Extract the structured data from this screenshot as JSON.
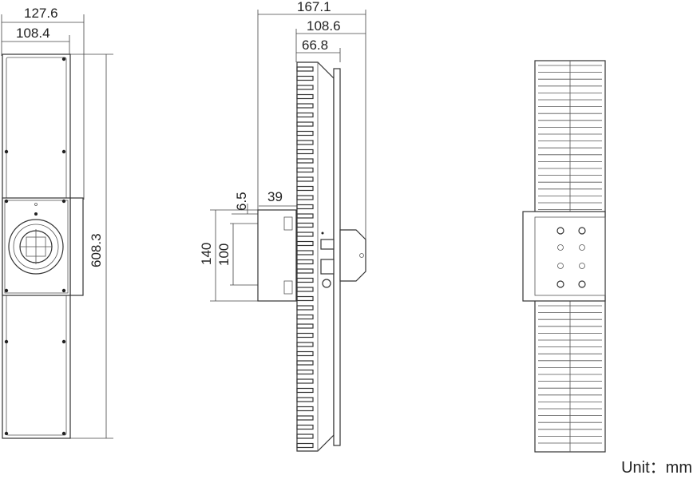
{
  "front_view": {
    "dim_total_width": "127.6",
    "dim_inner_width": "108.4",
    "dim_height": "608.3"
  },
  "side_view": {
    "dim_total_depth": "167.1",
    "dim_depth_2": "108.6",
    "dim_depth_3": "66.8",
    "dim_offset": "6.5",
    "dim_bracket": "39",
    "dim_mount_outer": "140",
    "dim_mount_inner": "100"
  },
  "unit_label": "Unit：mm"
}
